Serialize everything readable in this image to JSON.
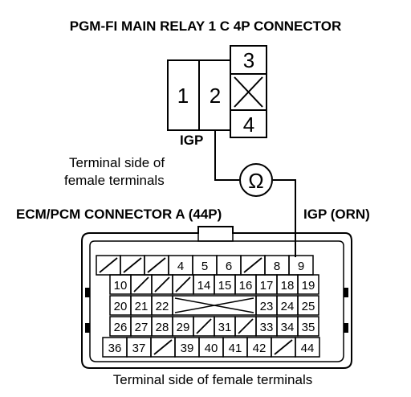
{
  "relay": {
    "title": "PGM-FI MAIN RELAY 1 C 4P CONNECTOR",
    "pins": [
      "1",
      "2",
      "3",
      "4"
    ],
    "probe_label": "IGP"
  },
  "meter": {
    "symbol": "Ω",
    "note_line1": "Terminal side of",
    "note_line2": "female terminals"
  },
  "ecm": {
    "title": "ECM/PCM CONNECTOR A (44P)",
    "probe_label": "IGP (ORN)",
    "rows": [
      [
        "/",
        "/",
        "/",
        "4",
        "5",
        "6",
        "/",
        "8",
        "9"
      ],
      [
        "10",
        "/",
        "/",
        "/",
        "14",
        "15",
        "16",
        "17",
        "18",
        "19"
      ],
      [
        "20",
        "21",
        "22",
        "",
        "",
        "",
        "",
        "23",
        "24",
        "25"
      ],
      [
        "26",
        "27",
        "28",
        "29",
        "/",
        "31",
        "/",
        "33",
        "34",
        "35"
      ],
      [
        "36",
        "37",
        "/",
        "39",
        "40",
        "41",
        "42",
        "/",
        "44"
      ]
    ],
    "footer": "Terminal side of female terminals"
  }
}
